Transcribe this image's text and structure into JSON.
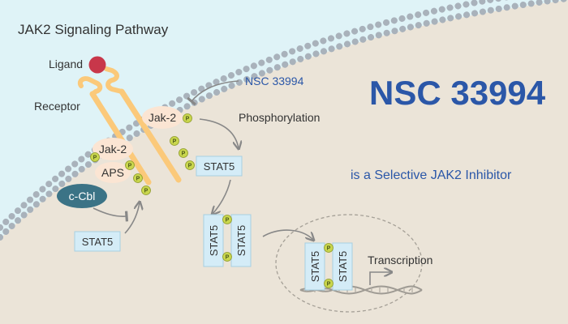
{
  "title": "JAK2 Signaling Pathway",
  "hero": {
    "name": "NSC 33994",
    "tagline": "is a Selective JAK2 Inhibitor"
  },
  "labels": {
    "ligand": "Ligand",
    "receptor": "Receptor",
    "inhibitor": "NSC 33994",
    "phosphorylation": "Phosphorylation",
    "transcription": "Transcription"
  },
  "proteins": {
    "jak2_top": "Jak-2",
    "jak2_low": "Jak-2",
    "aps": "APS",
    "ccbl": "c-Cbl",
    "stat5_single": "STAT5",
    "stat5_free": "STAT5",
    "stat5_dimer_a": "STAT5",
    "stat5_dimer_b": "STAT5",
    "stat5_nuc_a": "STAT5",
    "stat5_nuc_b": "STAT5"
  },
  "phospho_glyph": "P",
  "colors": {
    "background": "#dff3f7",
    "cytoplasm": "#ebe4d8",
    "membrane": "#a9b2bb",
    "receptor": "#fbc97a",
    "ligand": "#c8374a",
    "jak_aps": "#fbe5d3",
    "ccbl": "#3b7386",
    "stat_box": "#d4ecf7",
    "phospho": "#c9d64d",
    "accent_blue": "#2b57a8"
  }
}
